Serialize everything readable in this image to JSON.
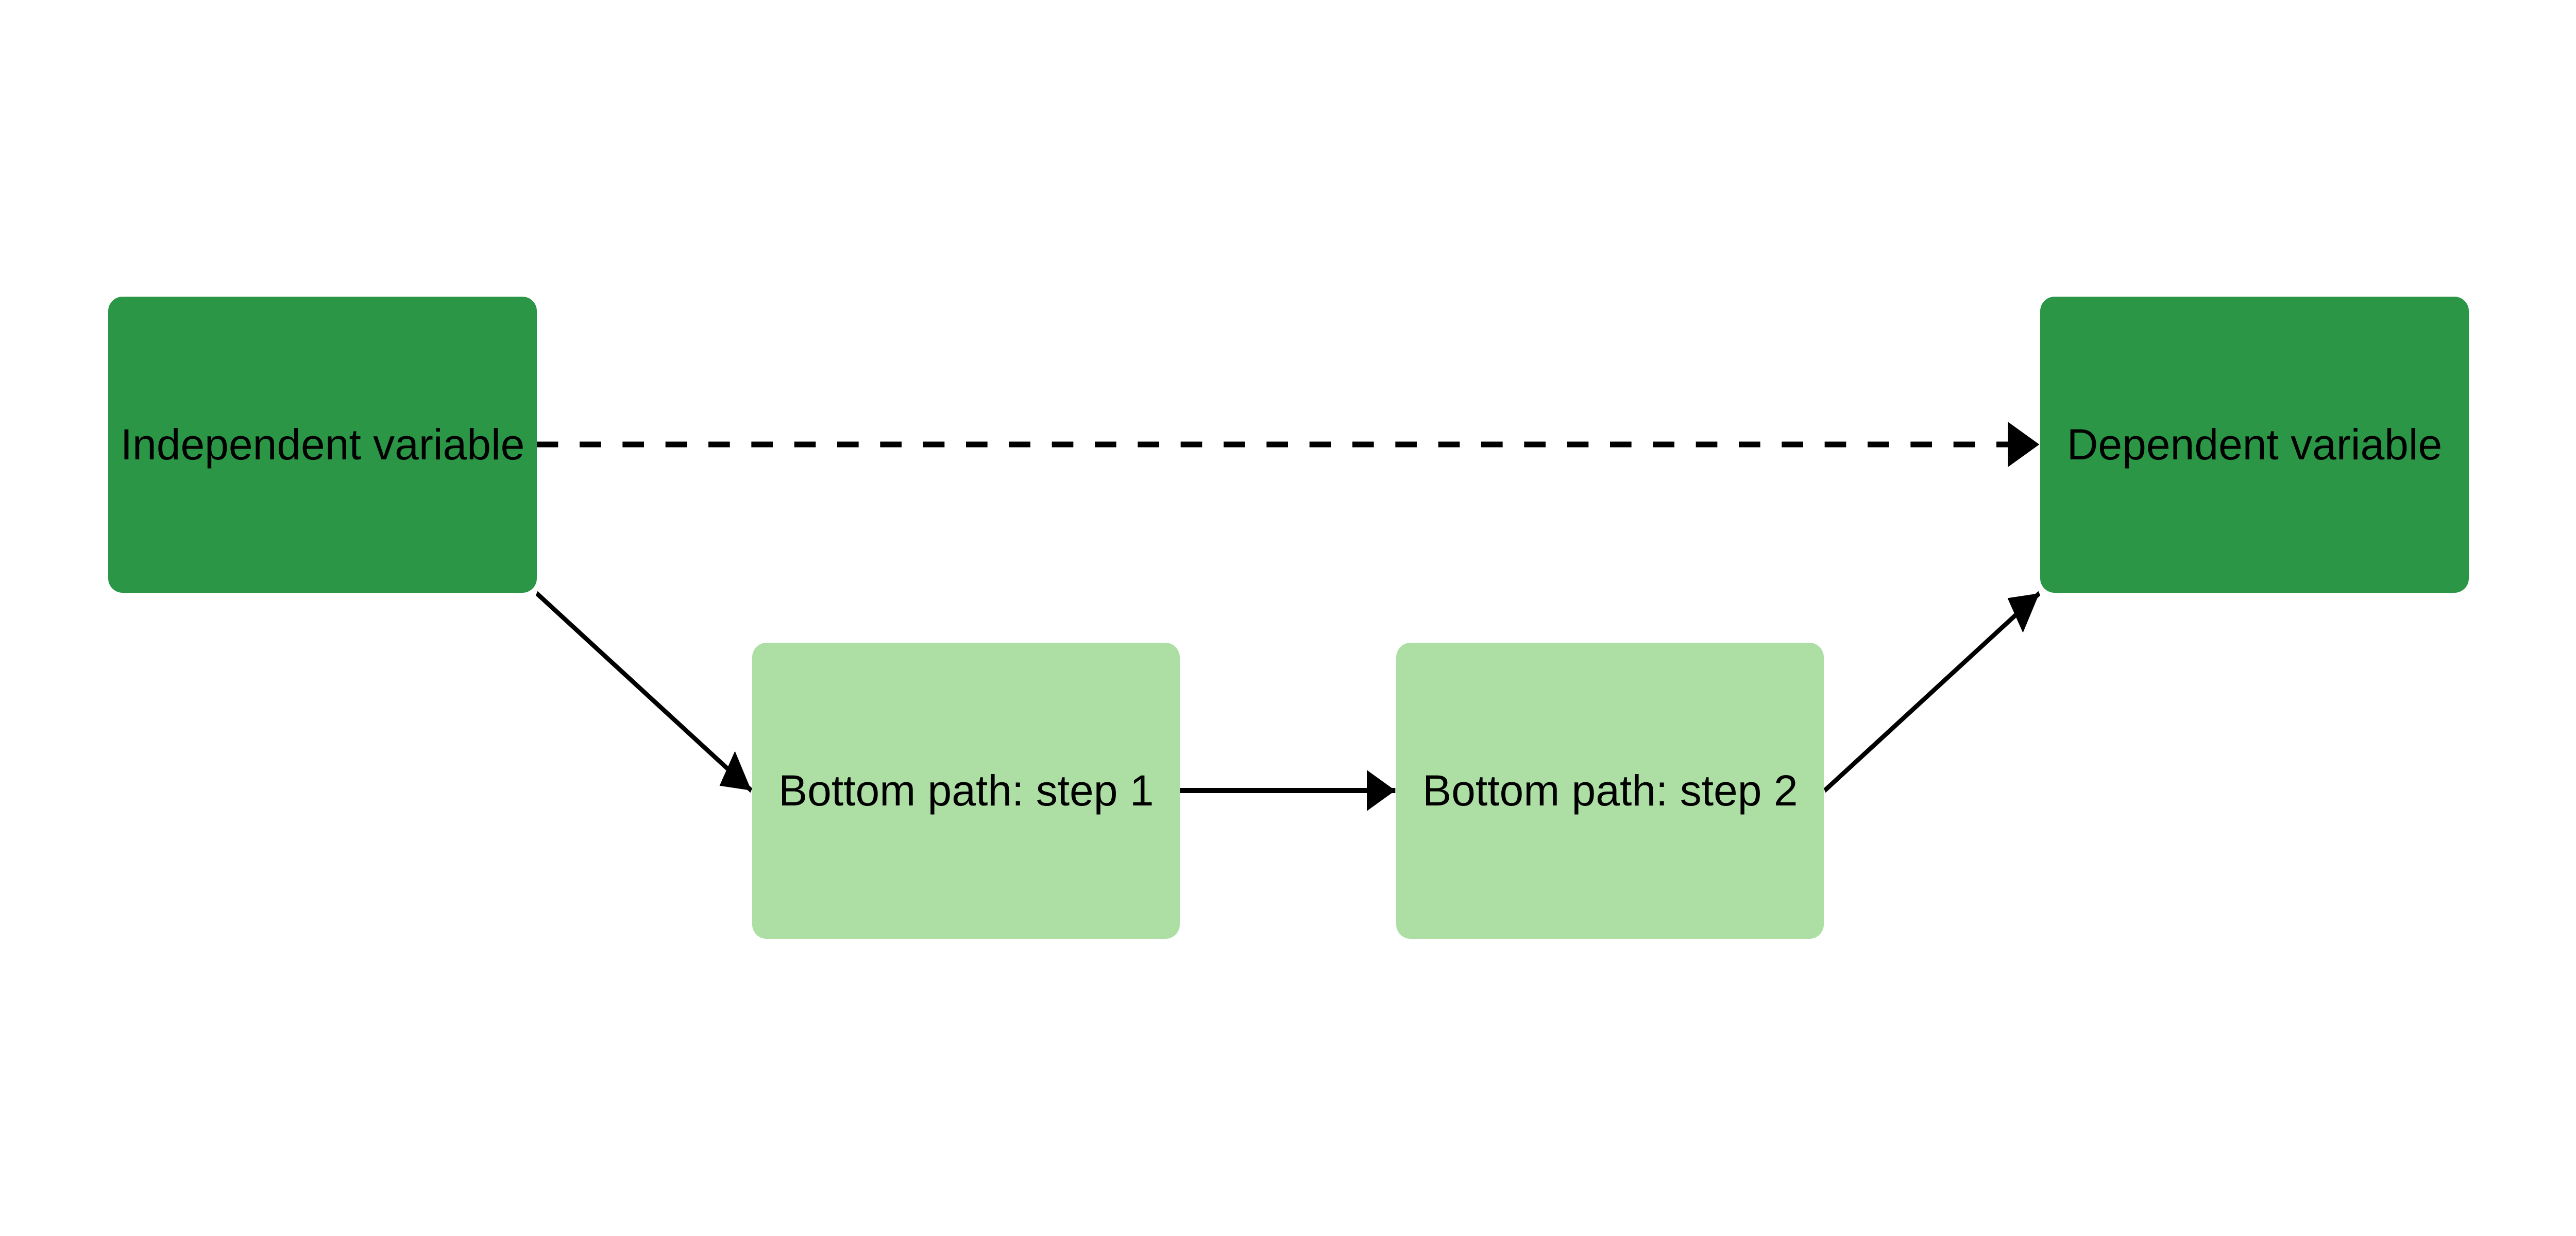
{
  "nodes": {
    "independent": {
      "label": "Independent variable",
      "color": "#2b9646"
    },
    "dependent": {
      "label": "Dependent variable",
      "color": "#2b9646"
    },
    "step1": {
      "label": "Bottom path: step 1",
      "color": "#addfa5"
    },
    "step2": {
      "label": "Bottom path: step 2",
      "color": "#addfa5"
    }
  },
  "edges": [
    {
      "from": "independent",
      "to": "dependent",
      "style": "dashed"
    },
    {
      "from": "independent",
      "to": "step1",
      "style": "solid"
    },
    {
      "from": "step1",
      "to": "step2",
      "style": "solid"
    },
    {
      "from": "step2",
      "to": "dependent",
      "style": "solid"
    }
  ]
}
